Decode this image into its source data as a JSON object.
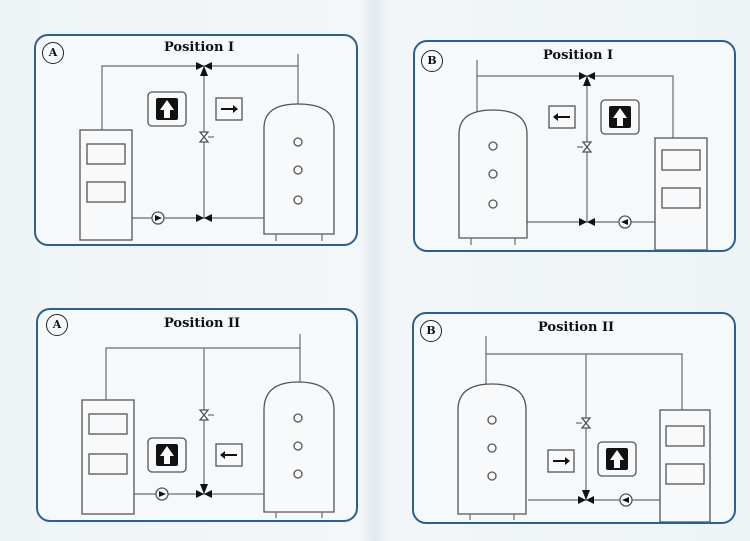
{
  "panels": [
    {
      "id": "A1",
      "badge": "A",
      "title": "Position I"
    },
    {
      "id": "B1",
      "badge": "B",
      "title": "Position I"
    },
    {
      "id": "A2",
      "badge": "A",
      "title": "Position II"
    },
    {
      "id": "B2",
      "badge": "B",
      "title": "Position II"
    }
  ],
  "colors": {
    "border": "#2f5f8e",
    "line": "#6b6b6b",
    "symbol": "#111111"
  },
  "icons": [
    "pump-icon",
    "three-way-valve-icon",
    "shutoff-valve-icon",
    "actuator-icon",
    "direction-arrow-icon",
    "boiler",
    "storage-tank"
  ]
}
